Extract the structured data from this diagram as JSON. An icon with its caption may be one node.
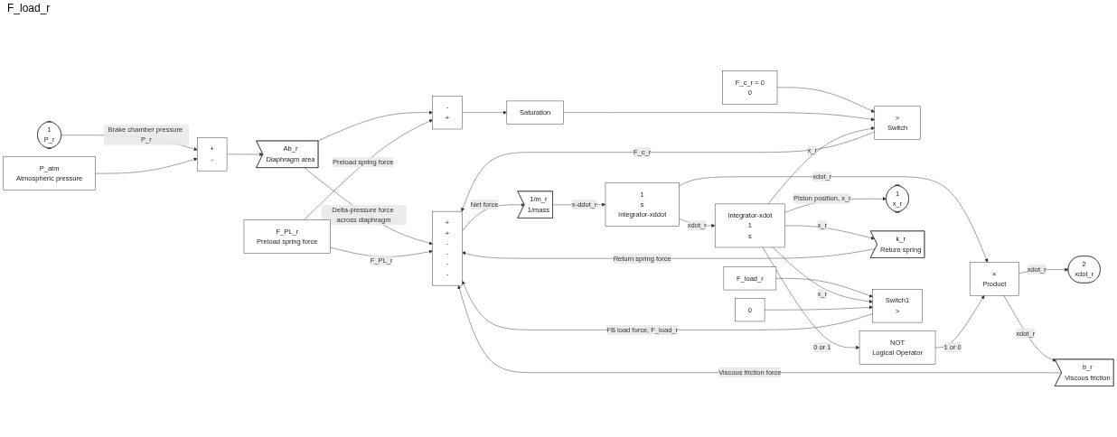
{
  "diagram": {
    "nodes": [
      {
        "text": [
          "1",
          "P_r"
        ]
      },
      {
        "text": [
          "P_atm",
          "Atmospheric pressure"
        ]
      },
      {
        "text": [
          "+",
          "-"
        ]
      },
      {
        "text": [
          "Ab_r",
          "Diaphragm area"
        ]
      },
      {
        "text": [
          "F_c_r = 0",
          "0"
        ]
      },
      {
        "text": [
          "F_PL_r",
          "Preload spring force"
        ]
      },
      {
        "text": [
          "-",
          "+"
        ]
      },
      {
        "text": [
          "Saturation"
        ]
      },
      {
        "text": [
          ">",
          "Switch"
        ]
      },
      {
        "text": [
          "+",
          "+",
          "-",
          "-",
          "-",
          "-"
        ]
      },
      {
        "text": [
          "1/m_r",
          "1/mass"
        ]
      },
      {
        "text": [
          "1",
          "s",
          "Integrator-xddot"
        ]
      },
      {
        "text": [
          "Integrator-xdot",
          "1",
          "s"
        ]
      },
      {
        "text": [
          "NOT",
          "Logical Operator"
        ]
      },
      {
        "text": [
          "×",
          "Product"
        ]
      },
      {
        "text": [
          "1",
          "x_r"
        ]
      },
      {
        "text": [
          "2",
          "xdot_r"
        ]
      },
      {
        "text": [
          "b_r",
          "Viscous friction"
        ]
      },
      {
        "text": [
          "k_r",
          "Return spring"
        ]
      },
      {
        "text": [
          "Switch1",
          ">"
        ]
      },
      {
        "text": [
          "F_load_r"
        ]
      },
      {
        "text": [
          "0"
        ]
      }
    ],
    "edges": [
      {
        "from": 0,
        "to": 2,
        "arrow": "to",
        "label": "Brake chamber pressure P_r"
      },
      {
        "from": 1,
        "to": 2,
        "arrow": "to"
      },
      {
        "from": 2,
        "to": 3,
        "arrow": "to"
      },
      {
        "from": 3,
        "to": 9,
        "arrow": "to",
        "label": "Delta-pressure force across diaphragm"
      },
      {
        "from": 3,
        "to": 6,
        "arrow": "to"
      },
      {
        "from": 5,
        "to": 6,
        "arrow": "to",
        "label": "Preload spring force"
      },
      {
        "from": 4,
        "to": 8,
        "arrow": "to"
      },
      {
        "from": 6,
        "to": 7,
        "arrow": "to"
      },
      {
        "from": 7,
        "to": 8,
        "arrow": "to"
      },
      {
        "from": 8,
        "to": 9,
        "arrow": "to",
        "label": "F_c_r"
      },
      {
        "from": 5,
        "to": 9,
        "arrow": "to",
        "label": "F_PL_r"
      },
      {
        "from": 19,
        "to": 9,
        "arrow": "to",
        "label": "FB load force, F_load_r"
      },
      {
        "from": 18,
        "to": 9,
        "arrow": "to",
        "label": "Return spring force"
      },
      {
        "from": 17,
        "to": 9,
        "arrow": "to",
        "label": "Viscous friction force"
      },
      {
        "from": 9,
        "to": 10,
        "arrow": "to",
        "label": "Net force"
      },
      {
        "from": 10,
        "to": 11,
        "arrow": "to",
        "label": "x-ddot_r"
      },
      {
        "from": 11,
        "to": 12,
        "arrow": "to",
        "label": "xdot_r"
      },
      {
        "from": 11,
        "to": 14,
        "arrow": "to",
        "label": "xdot_r"
      },
      {
        "from": 12,
        "to": 15,
        "arrow": "to",
        "label": "Piston position, x_r"
      },
      {
        "from": 12,
        "to": 13,
        "arrow": "to",
        "label": "0 or 1"
      },
      {
        "from": 13,
        "to": 14,
        "arrow": "to",
        "label": "1 or 0"
      },
      {
        "from": 14,
        "to": 16,
        "arrow": "to",
        "label": "xdot_r"
      },
      {
        "from": 14,
        "to": 17,
        "arrow": "to",
        "label": "xdot_r"
      },
      {
        "from": 12,
        "to": 18,
        "arrow": "to",
        "label": "x_r"
      },
      {
        "from": 20,
        "to": 19,
        "arrow": "to"
      },
      {
        "from": 12,
        "to": 19,
        "arrow": "to",
        "label": "x_r"
      },
      {
        "from": 21,
        "to": 19,
        "arrow": "to"
      },
      {
        "from": 12,
        "to": 8,
        "arrow": "to",
        "label": "x_r"
      }
    ],
    "labels": [
      "F_load_r"
    ]
  }
}
